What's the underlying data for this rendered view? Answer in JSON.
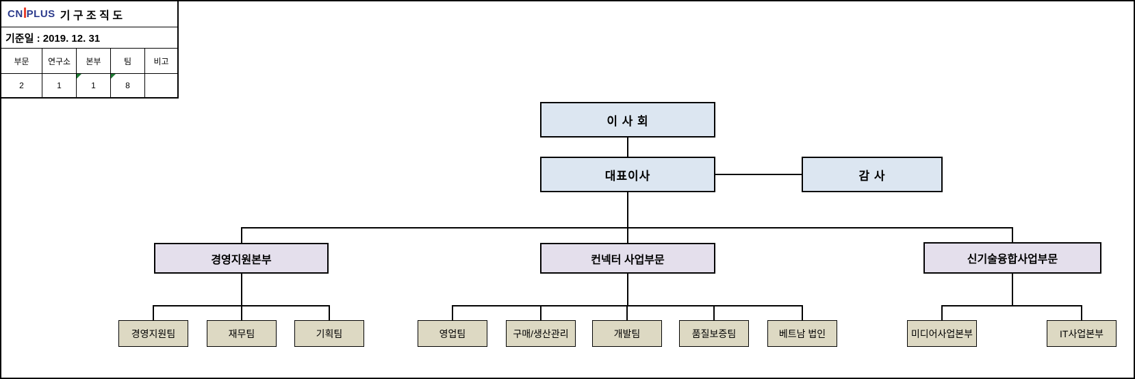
{
  "header": {
    "logo": {
      "pre": "CN",
      "post": "PLUS",
      "text_color": "#2b3a8c",
      "accent_color": "#e8402d"
    },
    "title": "기 구 조 직 도",
    "base_date": "기준일 : 2019. 12. 31",
    "summary_table": {
      "columns": [
        "부문",
        "연구소",
        "본부",
        "팀",
        "비고"
      ],
      "values": [
        "2",
        "1",
        "1",
        "8",
        ""
      ],
      "error_marker_color": "#1e7b34"
    }
  },
  "chart": {
    "board": "이 사 회",
    "ceo": "대표이사",
    "auditor": "감 사",
    "divisions": [
      {
        "label": "경영지원본부",
        "teams": [
          "경영지원팀",
          "재무팀",
          "기획팀"
        ]
      },
      {
        "label": "컨넥터 사업부문",
        "teams": [
          "영업팀",
          "구매/생산관리",
          "개발팀",
          "품질보증팀",
          "베트남 법인"
        ]
      },
      {
        "label": "신기술융합사업부문",
        "teams": [
          "미디어사업본부",
          "IT사업본부"
        ]
      }
    ],
    "colors": {
      "executive_fill": "#dce6f1",
      "division_fill": "#e4dfec",
      "team_fill": "#ddd9c3",
      "line": "#000000"
    }
  }
}
